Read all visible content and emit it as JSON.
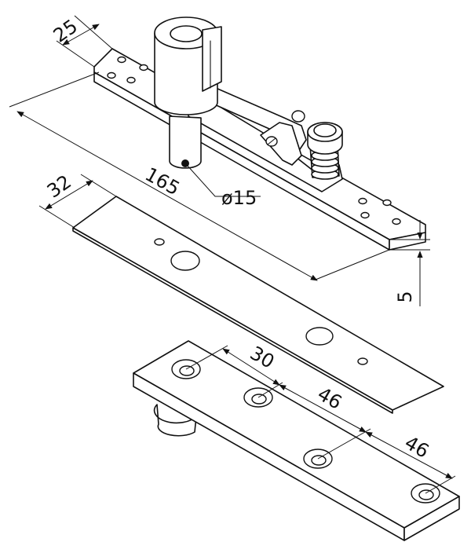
{
  "dimensions": {
    "width_top": "25",
    "length": "165",
    "diameter": "ø15",
    "width_plate": "32",
    "thickness": "5",
    "spacing_1": "30",
    "spacing_2": "46",
    "spacing_3": "46"
  }
}
